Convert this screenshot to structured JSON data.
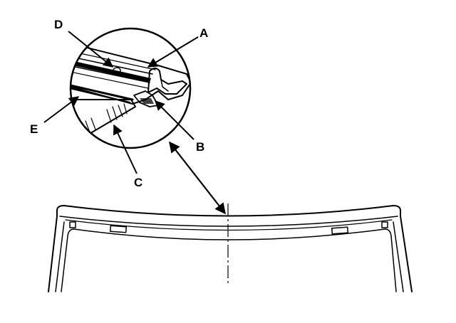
{
  "callouts": {
    "a": "A",
    "b": "B",
    "c": "C",
    "d": "D",
    "e": "E"
  },
  "colors": {
    "line": "#000000",
    "background": "#ffffff"
  }
}
